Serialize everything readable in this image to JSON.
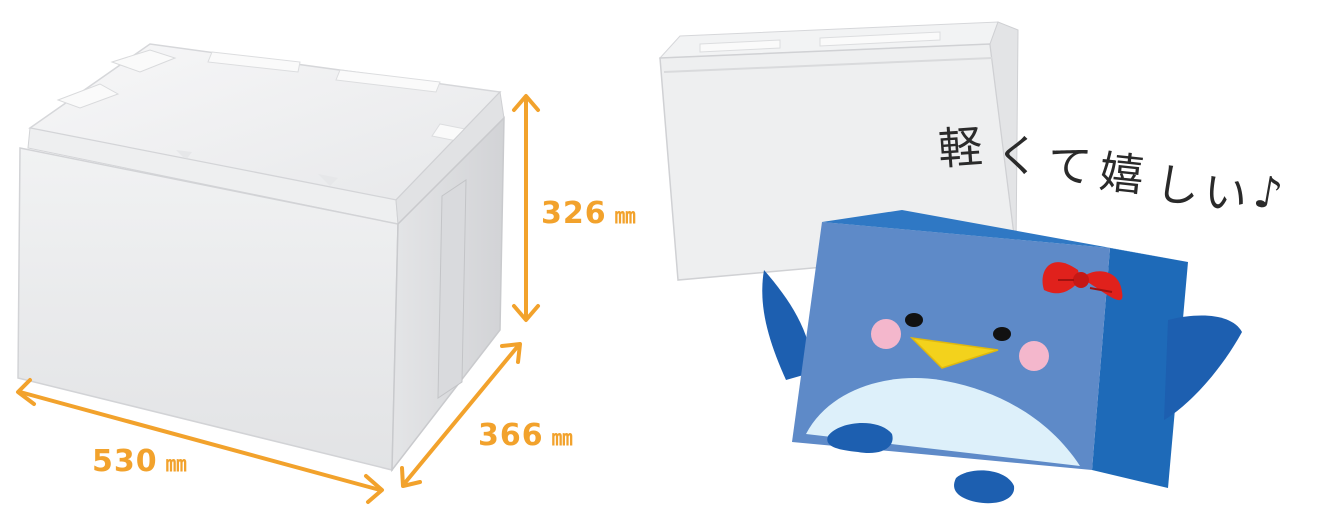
{
  "dimensions": {
    "height": {
      "value": "326",
      "unit": "㎜"
    },
    "depth": {
      "value": "366",
      "unit": "㎜"
    },
    "width": {
      "value": "530",
      "unit": "㎜"
    }
  },
  "catchphrase": [
    "軽",
    "く",
    "て",
    "嬉",
    "し",
    "い",
    "♪"
  ],
  "colors": {
    "dimension_accent": "#F2A22C",
    "penguin_front": "#5E8AC8",
    "penguin_side": "#1E6AB8",
    "penguin_dark": "#1D5FB0",
    "bow": "#E0211C",
    "beak": "#F3D21C",
    "cheek": "#F4B7CC",
    "belly": "#DDF0FA",
    "styrofoam": "#F2F3F4"
  },
  "illustration": {
    "left": "styrofoam-box-photo",
    "right": "penguin-mascot-lifting-box"
  }
}
